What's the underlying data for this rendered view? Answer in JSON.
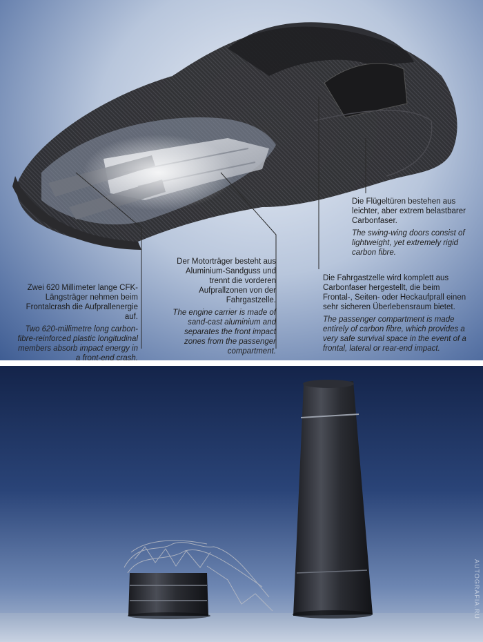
{
  "callouts": {
    "doors": {
      "de": "Die Flügeltüren bestehen aus leichter, aber extrem belastbarer Carbonfaser.",
      "en": "The swing-wing doors consist of lightweight, yet extremely rigid carbon fibre."
    },
    "passenger": {
      "de": "Die Fahrgastzelle wird komplett aus Carbonfaser hergestellt, die beim Frontal-, Seiten- oder Heckaufprall einen sehr sicheren Überlebensraum bietet.",
      "en": "The passenger compartment is made entirely of carbon fibre, which provides a very safe survival space in the event of a frontal, lateral or rear-end impact."
    },
    "engine": {
      "de": "Der Motorträger besteht aus Aluminium-Sandguss und trennt die vorderen Aufprallzonen von der Fahrgastzelle.",
      "en": "The engine carrier is made of sand-cast aluminium and separates the front impact zones from the passenger compartment."
    },
    "longitudinal": {
      "de": "Zwei 620 Millimeter lange CFK-Längsträger nehmen beim Frontalcrash die Aufprallenergie auf.",
      "en": "Two 620-millimetre long carbon-fibre-reinforced plastic longitudinal members absorb impact energy in a front-end crash."
    }
  },
  "watermark": "AUTOGRAFIA.RU",
  "colors": {
    "carbon": "#2b2b2e",
    "aluminium": "#c9ccd2",
    "leader_line": "#2a2a2a"
  }
}
